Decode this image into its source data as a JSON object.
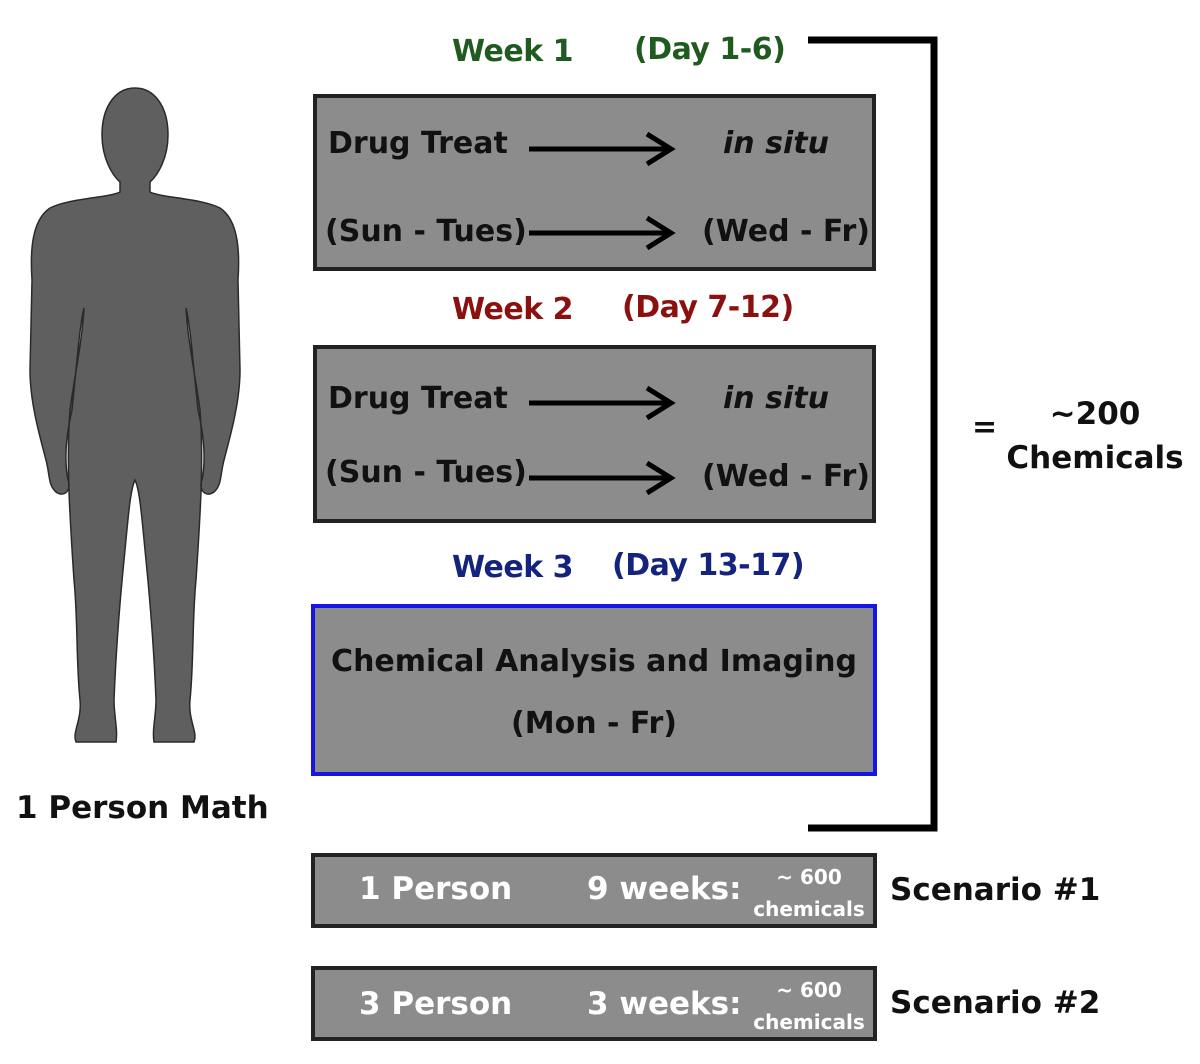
{
  "colors": {
    "week1": "#1f5a1f",
    "week2": "#8b1010",
    "week3": "#14247e",
    "box_fill": "#8c8c8c",
    "box_border": "#222222",
    "highlight_border": "#1515e6",
    "figure": "#5f5f5f"
  },
  "person_label": "1 Person Math",
  "weeks": [
    {
      "label": "Week 1",
      "days": "(Day 1-6)"
    },
    {
      "label": "Week 2",
      "days": "(Day 7-12)"
    },
    {
      "label": "Week 3",
      "days": "(Day 13-17)"
    }
  ],
  "treatment_box": {
    "step1": "Drug Treat",
    "step2": "in situ",
    "days1": "(Sun - Tues)",
    "days2": "(Wed - Fr)"
  },
  "analysis_box": {
    "title": "Chemical Analysis and Imaging",
    "days": "(Mon - Fr)"
  },
  "result": {
    "equals": "=",
    "amount": "~200",
    "unit": "Chemicals"
  },
  "scenarios": [
    {
      "people": "1 Person",
      "duration": "9 weeks:",
      "amount": "~ 600",
      "unit": "chemicals",
      "name": "Scenario #1"
    },
    {
      "people": "3 Person",
      "duration": "3 weeks:",
      "amount": "~ 600",
      "unit": "chemicals",
      "name": "Scenario #2"
    }
  ]
}
